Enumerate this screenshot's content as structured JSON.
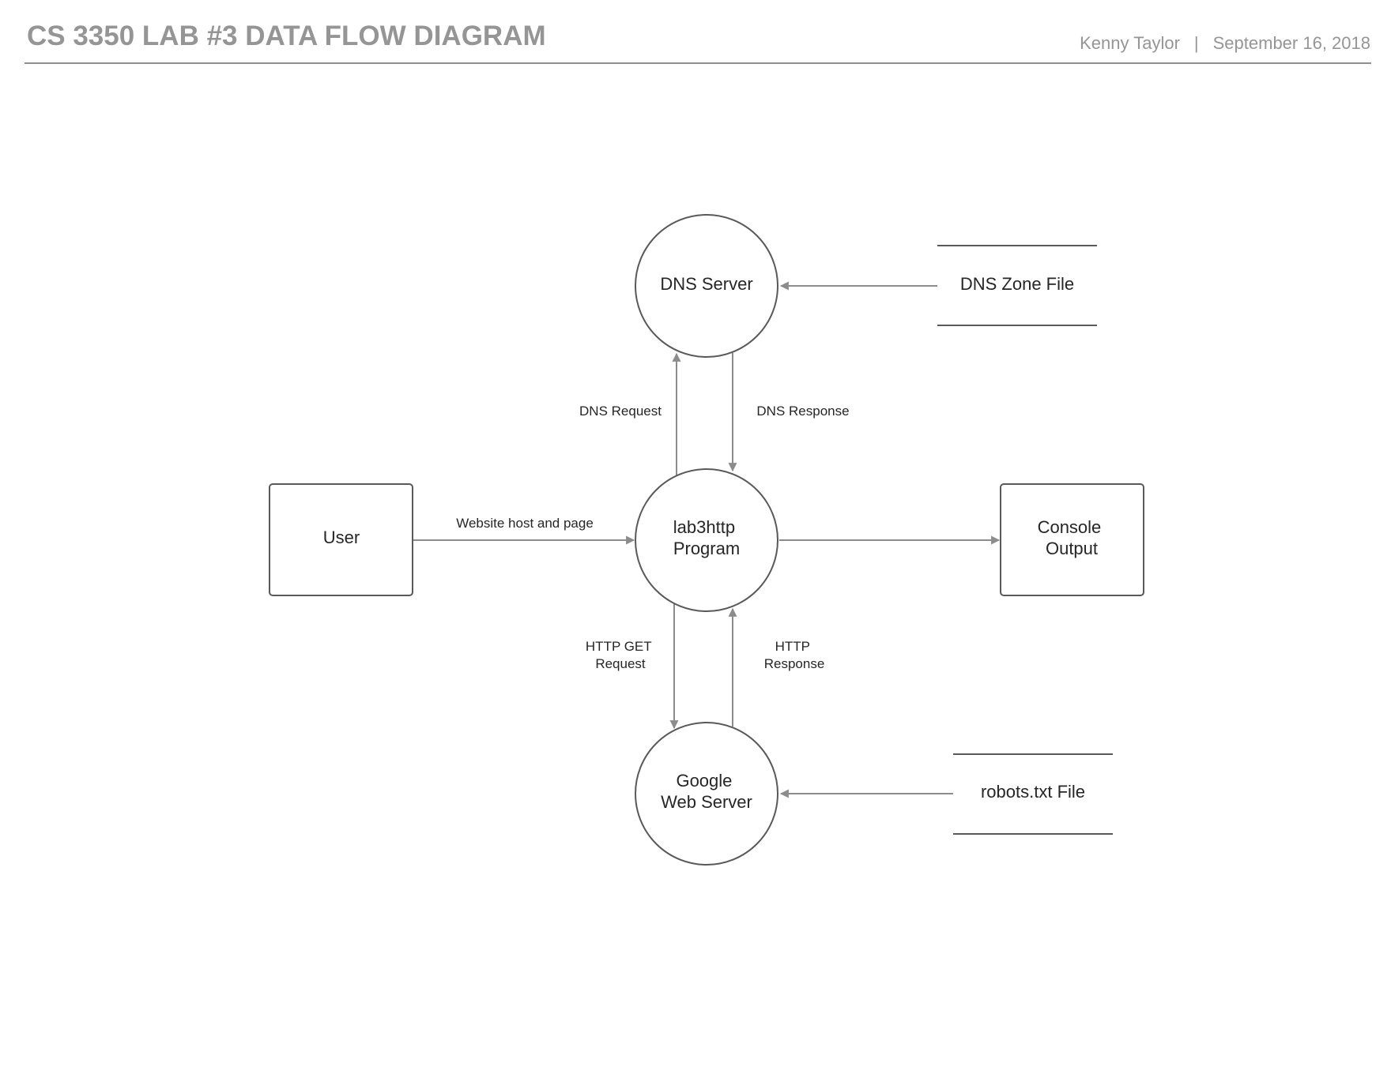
{
  "header": {
    "title": "CS 3350 LAB #3 DATA FLOW DIAGRAM",
    "author": "Kenny Taylor",
    "separator": "|",
    "date": "September 16, 2018"
  },
  "diagram": {
    "nodes": {
      "dns_server": {
        "shape": "process",
        "lines": [
          "DNS Server"
        ]
      },
      "lab3http_program": {
        "shape": "process",
        "lines": [
          "lab3http",
          "Program"
        ]
      },
      "google_web_server": {
        "shape": "process",
        "lines": [
          "Google",
          "Web Server"
        ]
      },
      "user": {
        "shape": "external-entity",
        "lines": [
          "User"
        ]
      },
      "console_output": {
        "shape": "external-entity",
        "lines": [
          "Console",
          "Output"
        ]
      },
      "dns_zone_file": {
        "shape": "data-store",
        "lines": [
          "DNS Zone File"
        ]
      },
      "robots_txt_file": {
        "shape": "data-store",
        "lines": [
          "robots.txt File"
        ]
      }
    },
    "edges": {
      "user_to_program": {
        "from": "User",
        "to": "lab3http Program",
        "lines": [
          "Website host and page"
        ]
      },
      "program_to_console": {
        "from": "lab3http Program",
        "to": "Console Output",
        "lines": []
      },
      "dns_request": {
        "from": "lab3http Program",
        "to": "DNS Server",
        "lines": [
          "DNS Request"
        ]
      },
      "dns_response": {
        "from": "DNS Server",
        "to": "lab3http Program",
        "lines": [
          "DNS Response"
        ]
      },
      "http_get_request": {
        "from": "lab3http Program",
        "to": "Google Web Server",
        "lines": [
          "HTTP GET",
          "Request"
        ]
      },
      "http_response": {
        "from": "Google Web Server",
        "to": "lab3http Program",
        "lines": [
          "HTTP",
          "Response"
        ]
      },
      "zone_to_dns": {
        "from": "DNS Zone File",
        "to": "DNS Server",
        "lines": []
      },
      "robots_to_google": {
        "from": "robots.txt File",
        "to": "Google Web Server",
        "lines": []
      }
    },
    "colors": {
      "shape_stroke": "#595959",
      "arrow": "#8c8c8c",
      "text": "#262626",
      "header_text": "#959595"
    }
  }
}
